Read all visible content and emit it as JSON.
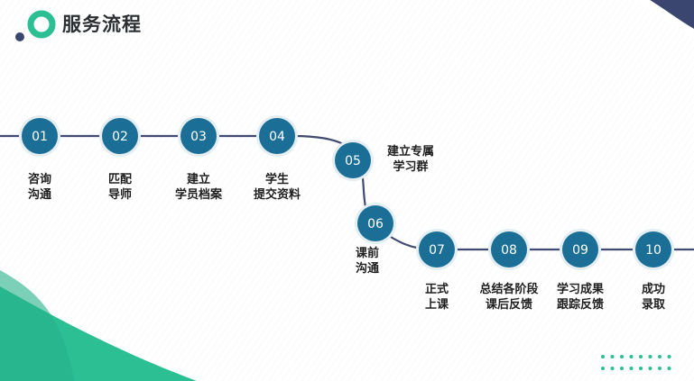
{
  "page": {
    "title": "服务流程"
  },
  "colors": {
    "node_fill": "#1b6e95",
    "node_ring": "#e4eef3",
    "path_line": "#414a72",
    "accent_green": "#2bbf93",
    "accent_navy": "#3a4670",
    "node_text": "#ffffff",
    "label_text": "#1f1f1f"
  },
  "steps": [
    {
      "number": "01",
      "label_lines": [
        "咨询",
        "沟通"
      ]
    },
    {
      "number": "02",
      "label_lines": [
        "匹配",
        "导师"
      ]
    },
    {
      "number": "03",
      "label_lines": [
        "建立",
        "学员档案"
      ]
    },
    {
      "number": "04",
      "label_lines": [
        "学生",
        "提交资料"
      ]
    },
    {
      "number": "05",
      "label_lines": [
        "建立专属",
        "学习群"
      ]
    },
    {
      "number": "06",
      "label_lines": [
        "课前",
        "沟通"
      ]
    },
    {
      "number": "07",
      "label_lines": [
        "正式",
        "上课"
      ]
    },
    {
      "number": "08",
      "label_lines": [
        "总结各阶段",
        "课后反馈"
      ]
    },
    {
      "number": "09",
      "label_lines": [
        "学习成果",
        "跟踪反馈"
      ]
    },
    {
      "number": "10",
      "label_lines": [
        "成功",
        "录取"
      ]
    }
  ]
}
